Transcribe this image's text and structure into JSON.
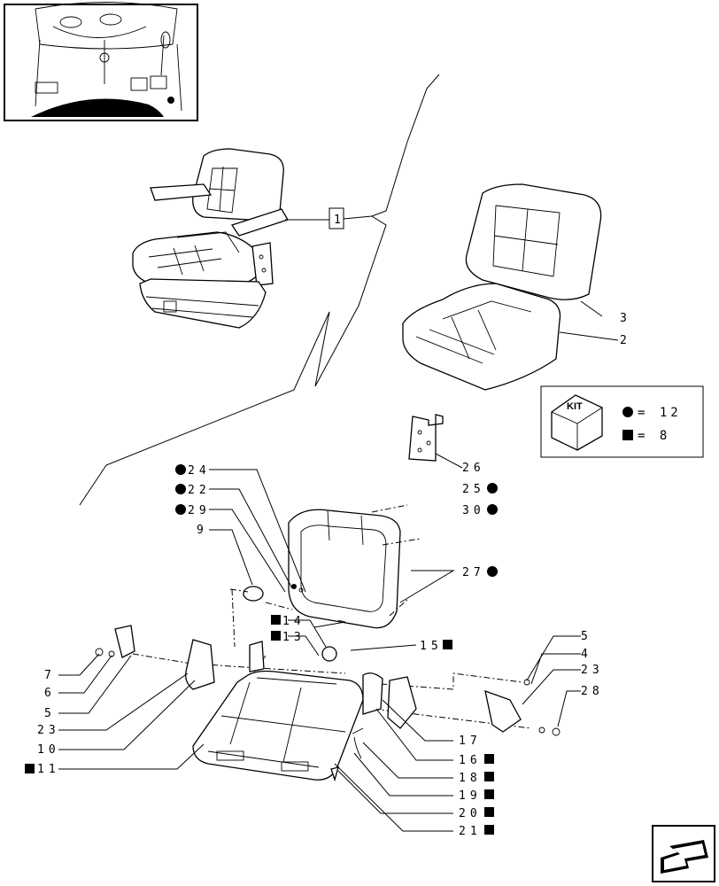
{
  "callouts": {
    "c1": "1",
    "c2": "2",
    "c3": "3",
    "c4": "4",
    "c5a": "5",
    "c5b": "5",
    "c6": "6",
    "c7": "7",
    "c9": "9",
    "c10": "10",
    "c11": "11",
    "c13": "13",
    "c14": "14",
    "c15": "15",
    "c16": "16",
    "c17": "17",
    "c18": "18",
    "c19": "19",
    "c20": "20",
    "c21": "21",
    "c22": "22",
    "c23a": "23",
    "c23b": "23",
    "c24": "24",
    "c25": "25",
    "c26": "26",
    "c27": "27",
    "c28": "28",
    "c29": "29",
    "c30": "30"
  },
  "kit": {
    "label": "KIT",
    "circle_eq": "= 12",
    "square_eq": "= 8"
  },
  "icons": {
    "circle": "filled-circle-marker",
    "square": "filled-square-marker",
    "nav": "next-page-arrow-icon"
  }
}
